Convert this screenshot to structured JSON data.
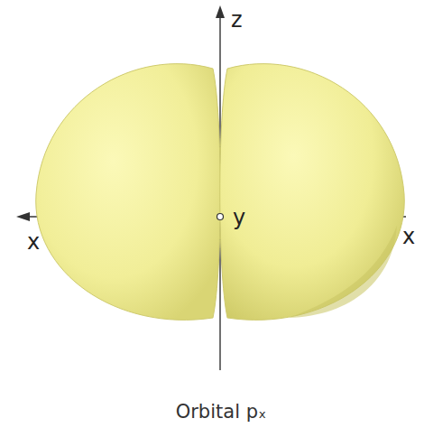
{
  "diagram": {
    "caption": "Orbital pₓ",
    "labels": [
      "z",
      "x",
      "y",
      "x"
    ]
  }
}
